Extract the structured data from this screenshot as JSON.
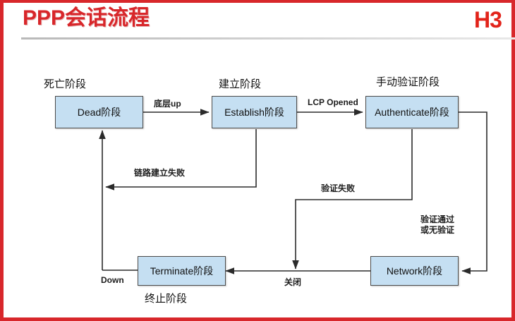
{
  "slide": {
    "title": "PPP会话流程",
    "logo": "H3",
    "border_color": "#d8272b",
    "title_color": "#d8262a",
    "node_fill": "#c5dff2",
    "node_border": "#4a4a4a"
  },
  "diagram": {
    "type": "flowchart",
    "nodes": [
      {
        "id": "dead",
        "label": "Dead阶段",
        "caption": "死亡阶段",
        "caption_pos": "above"
      },
      {
        "id": "establish",
        "label": "Establish阶段",
        "caption": "建立阶段",
        "caption_pos": "above"
      },
      {
        "id": "authenticate",
        "label": "Authenticate阶段",
        "caption": "手动验证阶段",
        "caption_pos": "above"
      },
      {
        "id": "terminate",
        "label": "Terminate阶段",
        "caption": "终止阶段",
        "caption_pos": "below"
      },
      {
        "id": "network",
        "label": "Network阶段",
        "caption": "",
        "caption_pos": ""
      }
    ],
    "edges": [
      {
        "from": "dead",
        "to": "establish",
        "label": "底层up"
      },
      {
        "from": "establish",
        "to": "authenticate",
        "label": "LCP Opened"
      },
      {
        "from": "establish",
        "to": "dead",
        "label": "链路建立失败"
      },
      {
        "from": "authenticate",
        "to": "terminate",
        "label": "验证失败"
      },
      {
        "from": "authenticate",
        "to": "network",
        "label": "验证通过\n或无验证"
      },
      {
        "from": "network",
        "to": "terminate",
        "label": "关闭"
      },
      {
        "from": "terminate",
        "to": "dead",
        "label": "Down"
      }
    ],
    "labels": {
      "underlying_up": "底层up",
      "lcp_opened": "LCP Opened",
      "link_fail": "链路建立失败",
      "auth_fail": "验证失败",
      "auth_pass_line1": "验证通过",
      "auth_pass_line2": "或无验证",
      "close": "关闭",
      "down": "Down"
    }
  }
}
